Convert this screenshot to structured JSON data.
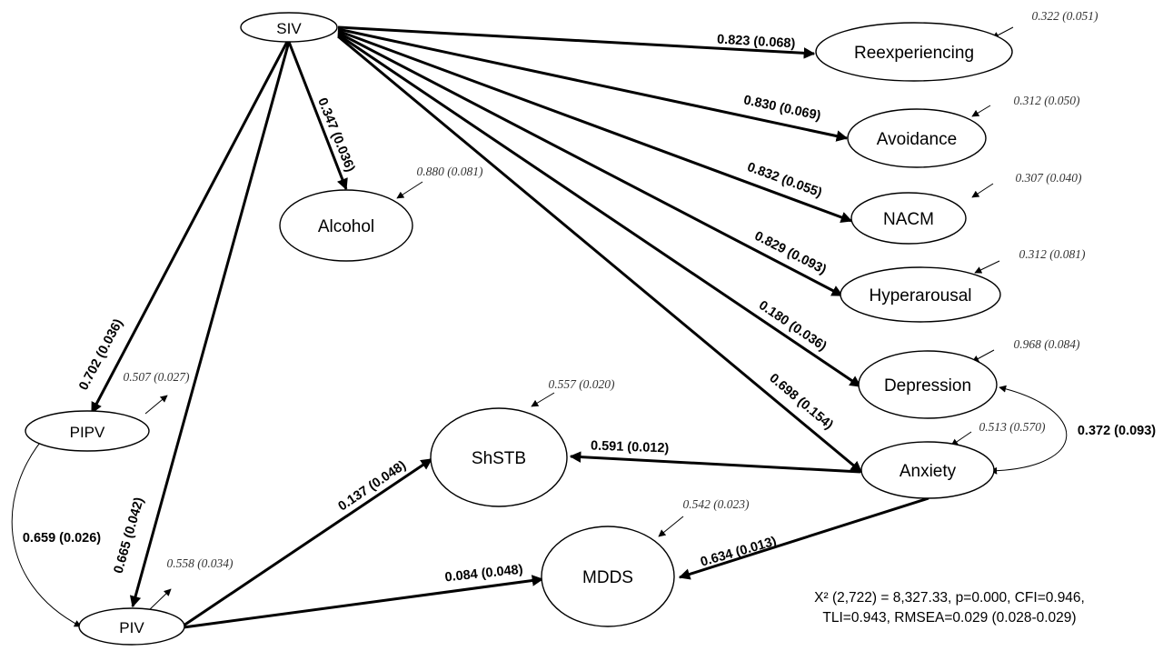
{
  "nodes": {
    "siv": "SIV",
    "reexperiencing": "Reexperiencing",
    "avoidance": "Avoidance",
    "nacm": "NACM",
    "hyperarousal": "Hyperarousal",
    "depression": "Depression",
    "anxiety": "Anxiety",
    "alcohol": "Alcohol",
    "pipv": "PIPV",
    "piv": "PIV",
    "shstb": "ShSTB",
    "mdds": "MDDS"
  },
  "paths": {
    "siv_reexperiencing": "0.823 (0.068)",
    "siv_avoidance": "0.830 (0.069)",
    "siv_nacm": "0.832 (0.055)",
    "siv_hyperarousal": "0.829 (0.093)",
    "siv_depression": "0.180 (0.036)",
    "siv_anxiety": "0.698 (0.154)",
    "siv_alcohol": "0.347 (0.036)",
    "siv_pipv": "0.702 (0.036)",
    "siv_piv": "0.665 (0.042)",
    "pipv_piv": "0.659 (0.026)",
    "piv_shstb": "0.137 (0.048)",
    "piv_mdds": "0.084 (0.048)",
    "anxiety_shstb": "0.591 (0.012)",
    "anxiety_mdds": "0.634 (0.013)",
    "depression_anxiety": "0.372 (0.093)"
  },
  "residuals": {
    "reexperiencing": "0.322 (0.051)",
    "avoidance": "0.312 (0.050)",
    "nacm": "0.307 (0.040)",
    "hyperarousal": "0.312 (0.081)",
    "depression": "0.968 (0.084)",
    "anxiety": "0.513 (0.570)",
    "alcohol": "0.880 (0.081)",
    "pipv": "0.507 (0.027)",
    "piv": "0.558 (0.034)",
    "shstb": "0.557 (0.020)",
    "mdds": "0.542 (0.023)"
  },
  "fit": {
    "line1": "X² (2,722) = 8,327.33, p=0.000, CFI=0.946,",
    "line2": "TLI=0.943, RMSEA=0.029 (0.028-0.029)"
  }
}
